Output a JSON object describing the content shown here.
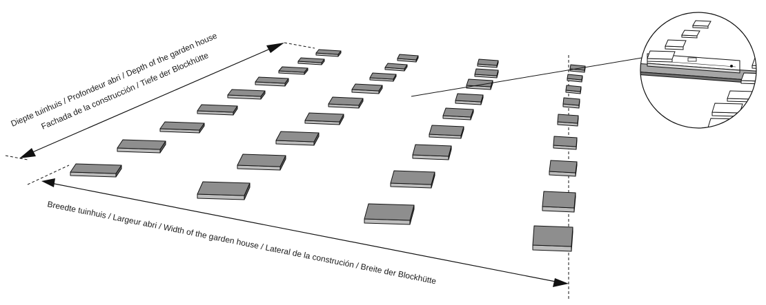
{
  "labels": {
    "depth_line1": "Diepte tuinhuis / Profondeur abri / Depth of the garden house",
    "depth_line2": "Fachada de la construcción / Tiefe der Blockhütte",
    "width": "Breedte tuinhuis / Largeur abri / Width of the garden house / Lateral de la construción / Breite der Blockhütte"
  },
  "colors": {
    "tile_top": "#8e8e8e",
    "tile_front": "#bdbdbd",
    "tile_side": "#5e5e5e",
    "line": "#111111"
  },
  "icons": {
    "detail_inset": "spirit-level-on-beam-detail",
    "arrow": "arrowhead"
  }
}
